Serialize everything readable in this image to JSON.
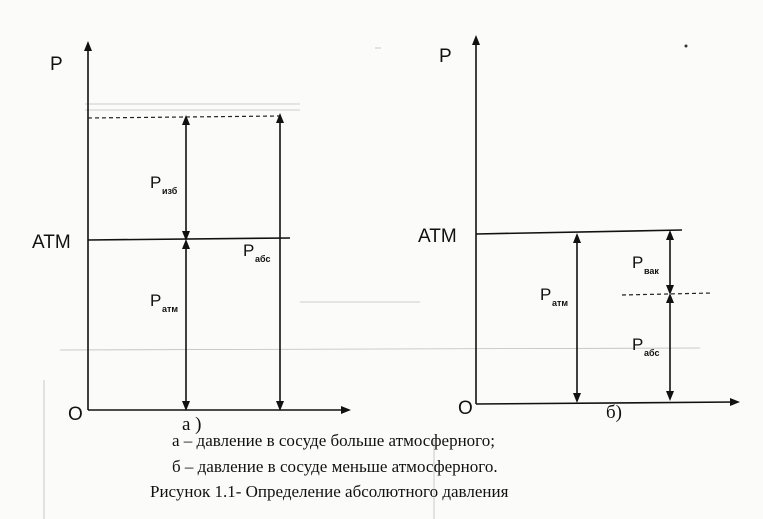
{
  "diagram_a": {
    "y_axis_label": "P",
    "origin_label": "O",
    "atm_label": "ATM",
    "panel_label": "а )",
    "p_izb": {
      "main": "P",
      "sub": "изб"
    },
    "p_atm": {
      "main": "P",
      "sub": "атм"
    },
    "p_abs": {
      "main": "P",
      "sub": "абс"
    }
  },
  "diagram_b": {
    "y_axis_label": "P",
    "origin_label": "O",
    "atm_label": "ATM",
    "panel_label": "б)",
    "p_atm": {
      "main": "P",
      "sub": "атм"
    },
    "p_vak": {
      "main": "P",
      "sub": "вак"
    },
    "p_abs": {
      "main": "P",
      "sub": "абс"
    }
  },
  "caption": {
    "line1": "а – давление в сосуде больше атмосферного;",
    "line2": "б – давление в сосуде меньше атмосферного.",
    "title": "Рисунок 1.1- Определение абсолютного давления"
  }
}
